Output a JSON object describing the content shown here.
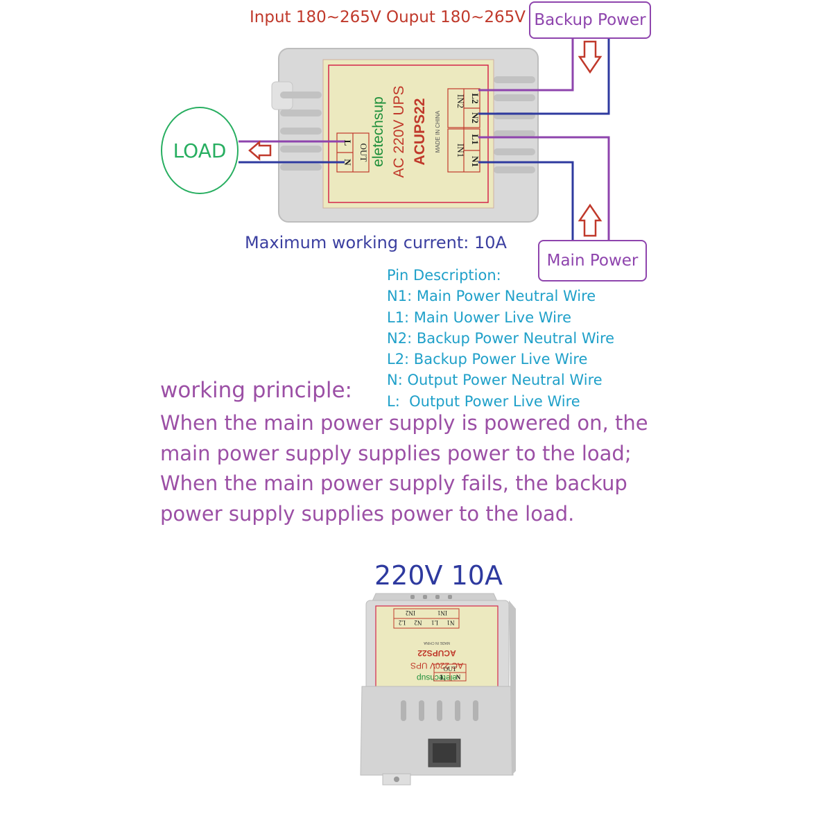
{
  "header": {
    "io_spec": "Input 180~265V Ouput 180~265V"
  },
  "labels": {
    "backup_power": "Backup Power",
    "main_power": "Main Power",
    "load": "LOAD"
  },
  "device": {
    "brand": "eletechsup",
    "product": "AC 220V UPS",
    "model": "ACUPS22",
    "origin": "MADE IN CHINA",
    "terminals": {
      "in2": "IN2",
      "in1": "IN1",
      "out": "OUT",
      "l2": "L2",
      "n2": "N2",
      "l1": "L1",
      "n1": "N1",
      "l": "L",
      "n": "N"
    }
  },
  "specs": {
    "max_current": "Maximum working current: 10A",
    "rating": "220V 10A"
  },
  "pin_description": {
    "title": "Pin Description:",
    "items": [
      "N1: Main Power Neutral Wire",
      "L1: Main Uower Live Wire",
      "N2: Backup Power Neutral Wire",
      "L2: Backup Power Live Wire",
      "N: Output Power Neutral Wire",
      "L:  Output Power Live Wire"
    ]
  },
  "working_principle": {
    "title": "working principle:",
    "text": "When the main power supply is powered on, the main power supply supplies power to the load; When the main power supply fails, the backup power supply supplies power to the load."
  },
  "colors": {
    "live_wire": "#8e44ad",
    "neutral_wire": "#2e3a9f",
    "arrow": "#c0392b",
    "load": "#27ae60",
    "pins_text": "#1fa0c9",
    "principle_text": "#9b4fa5",
    "device_case": "#dcdcdc",
    "device_label": "#ece9bf"
  }
}
